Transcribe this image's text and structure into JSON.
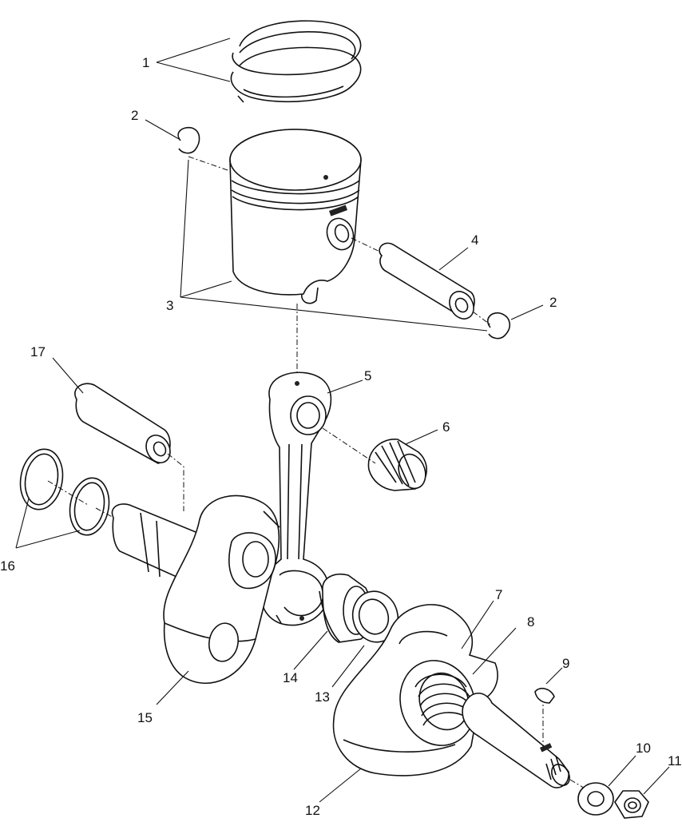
{
  "callouts": {
    "c1": "1",
    "c2a": "2",
    "c2b": "2",
    "c3": "3",
    "c4": "4",
    "c5": "5",
    "c6": "6",
    "c7": "7",
    "c8": "8",
    "c9": "9",
    "c10": "10",
    "c11": "11",
    "c12": "12",
    "c13": "13",
    "c14": "14",
    "c15": "15",
    "c16": "16",
    "c17": "17"
  }
}
